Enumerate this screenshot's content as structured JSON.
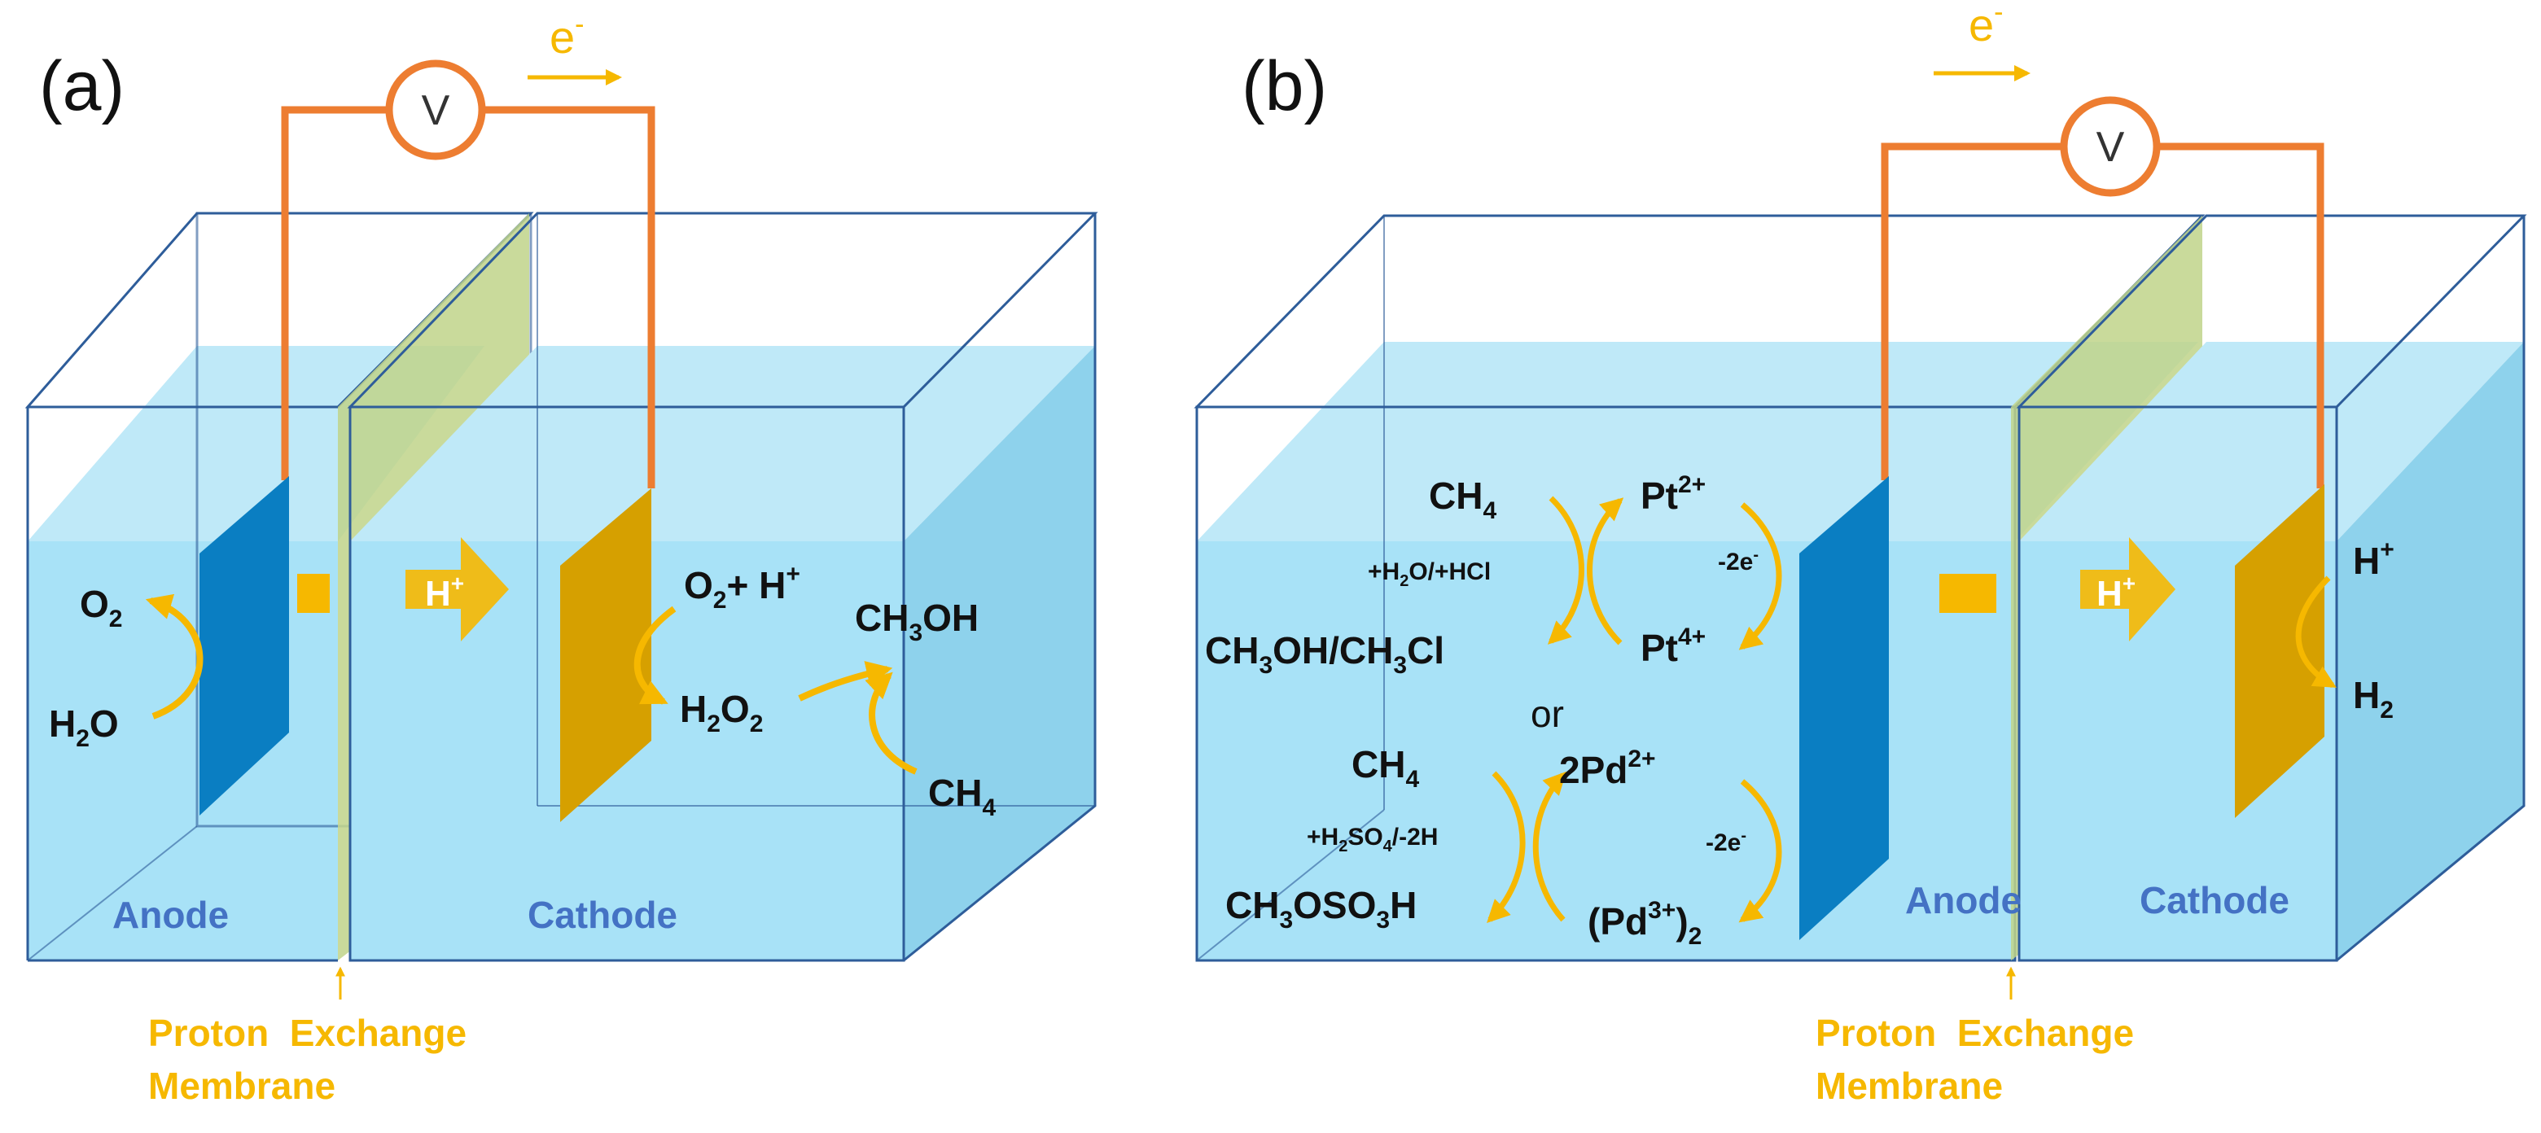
{
  "colors": {
    "water": "#A8E2F7",
    "water_side": "#8ED2EC",
    "tank_edge": "#2E5D9A",
    "wire": "#ED7D31",
    "anode": "#0A7EC2",
    "cathode": "#D6A000",
    "membrane": "#BFD38A",
    "accent_yellow": "#F6B800",
    "electrode_label": "#4472C4",
    "text": "#111111"
  },
  "icons": [
    "voltmeter-icon",
    "curved-reaction-arrow-icon",
    "proton-flow-arrow-icon",
    "electron-flow-arrow-icon"
  ],
  "panel_a": {
    "label": "(a)",
    "voltmeter": "V",
    "electron": "e",
    "electron_sup": "-",
    "anode_label": "Anode",
    "cathode_label": "Cathode",
    "proton_text": "H",
    "proton_sup": "+",
    "pem_line1": "Proton  Exchange",
    "pem_line2": "Membrane",
    "o2": {
      "main": "O",
      "sub": "2"
    },
    "h2o": {
      "a": "H",
      "sub": "2",
      "b": "O"
    },
    "o2_h": {
      "a": "O",
      "sub": "2",
      "b": "+ H",
      "sup": "+"
    },
    "h2o2": {
      "a": "H",
      "sub1": "2",
      "b": "O",
      "sub2": "2"
    },
    "ch3oh": {
      "a": "CH",
      "sub": "3",
      "b": "OH"
    },
    "ch4": {
      "a": "CH",
      "sub": "4"
    }
  },
  "panel_b": {
    "label": "(b)",
    "voltmeter": "V",
    "electron": "e",
    "electron_sup": "-",
    "anode_label": "Anode",
    "cathode_label": "Cathode",
    "proton_text": "H",
    "proton_sup": "+",
    "pem_line1": "Proton  Exchange",
    "pem_line2": "Membrane",
    "ch4_top": {
      "a": "CH",
      "sub": "4"
    },
    "reagent_top": {
      "a": "+H",
      "sub": "2",
      "b": "O/+HCl"
    },
    "product_top": {
      "a": "CH",
      "sub1": "3",
      "b": "OH/CH",
      "sub2": "3",
      "c": "Cl"
    },
    "pt2": {
      "a": "Pt",
      "sup": "2+"
    },
    "pt4": {
      "a": "Pt",
      "sup": "4+"
    },
    "minus2e_top": {
      "a": "-2e",
      "sup": "-"
    },
    "or": "or",
    "ch4_bottom": {
      "a": "CH",
      "sub": "4"
    },
    "reagent_bottom": {
      "a": "+H",
      "sub1": "2",
      "b": "SO",
      "sub2": "4",
      "c": "/-2H"
    },
    "product_bottom": {
      "a": "CH",
      "sub1": "3",
      "b": "OSO",
      "sub2": "3",
      "c": "H"
    },
    "pd2": {
      "a": "2Pd",
      "sup": "2+"
    },
    "pd3": {
      "a": "(Pd",
      "sup": "3+",
      "b": ")",
      "sub": "2"
    },
    "minus2e_bottom": {
      "a": "-2e",
      "sup": "-"
    },
    "h_plus": {
      "a": "H",
      "sup": "+"
    },
    "h2": {
      "a": "H",
      "sub": "2"
    }
  }
}
